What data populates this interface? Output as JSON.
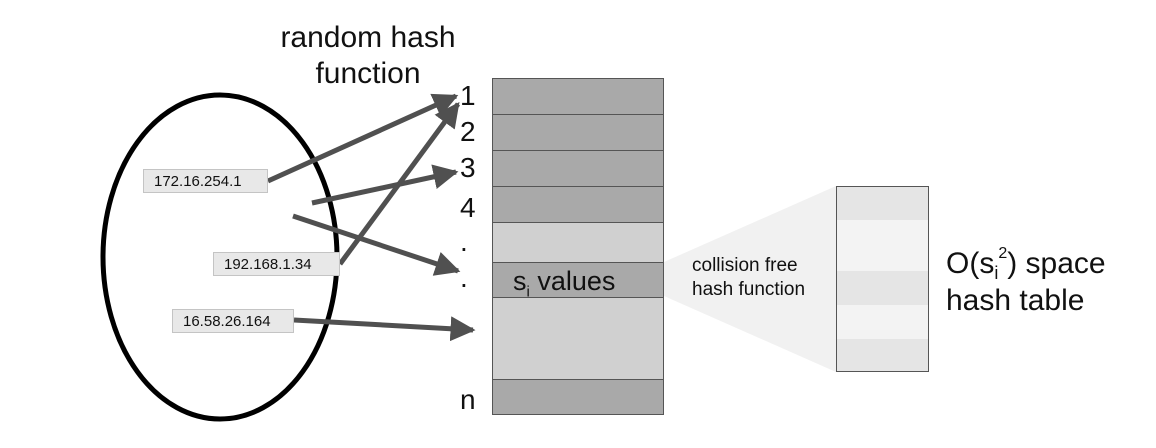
{
  "captions": {
    "random_hash_line1": "random hash",
    "random_hash_line2": "function",
    "collision_free_line1": "collision free",
    "collision_free_line2": "hash function"
  },
  "keys": [
    "172.16.254.1",
    "192.168.1.34",
    "16.58.26.164"
  ],
  "table": {
    "indices": [
      "1",
      "2",
      "3",
      "4",
      ".",
      ".",
      "n"
    ]
  },
  "labels": {
    "si_subscript": "i",
    "si_values": "values",
    "space_prefix": "O(s",
    "space_sub": "i",
    "space_sup": "2",
    "space_suffix": ") space",
    "space_line2": "hash table"
  }
}
